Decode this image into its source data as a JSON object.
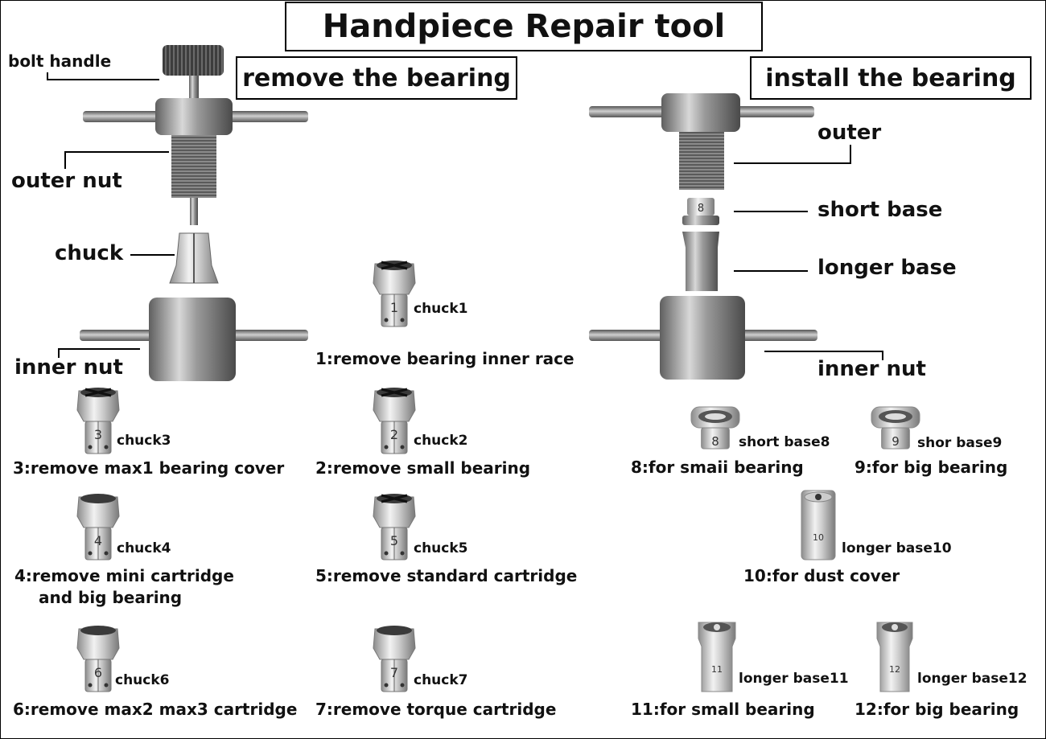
{
  "title": "Handpiece Repair tool",
  "sections": {
    "remove": "remove the bearing",
    "install": "install the bearing"
  },
  "remove_tool": {
    "bolt_handle": "bolt handle",
    "outer_nut": "outer nut",
    "chuck": "chuck",
    "inner_nut": "inner nut"
  },
  "install_tool": {
    "outer": "outer",
    "short_base": "short base",
    "longer_base": "longer base",
    "inner_nut": "inner nut",
    "short_base_marking": "8"
  },
  "chucks": [
    {
      "number": "1",
      "label": "chuck1",
      "caption": "1:remove bearing inner race"
    },
    {
      "number": "2",
      "label": "chuck2",
      "caption": "2:remove small bearing"
    },
    {
      "number": "3",
      "label": "chuck3",
      "caption": "3:remove max1 bearing cover"
    },
    {
      "number": "4",
      "label": "chuck4",
      "caption_line1": "4:remove mini cartridge",
      "caption_line2": "and big bearing"
    },
    {
      "number": "5",
      "label": "chuck5",
      "caption": "5:remove standard cartridge"
    },
    {
      "number": "6",
      "label": "chuck6",
      "caption": "6:remove max2 max3 cartridge"
    },
    {
      "number": "7",
      "label": "chuck7",
      "caption": "7:remove torque cartridge"
    }
  ],
  "bases": [
    {
      "number": "8",
      "label": "short base8",
      "caption": "8:for smaii bearing"
    },
    {
      "number": "9",
      "label": "shor base9",
      "caption": "9:for big bearing"
    },
    {
      "number": "10",
      "label": "longer base10",
      "caption": "10:for dust cover"
    },
    {
      "number": "11",
      "label": "longer base11",
      "caption": "11:for small bearing"
    },
    {
      "number": "12",
      "label": "longer base12",
      "caption": "12:for big bearing"
    }
  ]
}
